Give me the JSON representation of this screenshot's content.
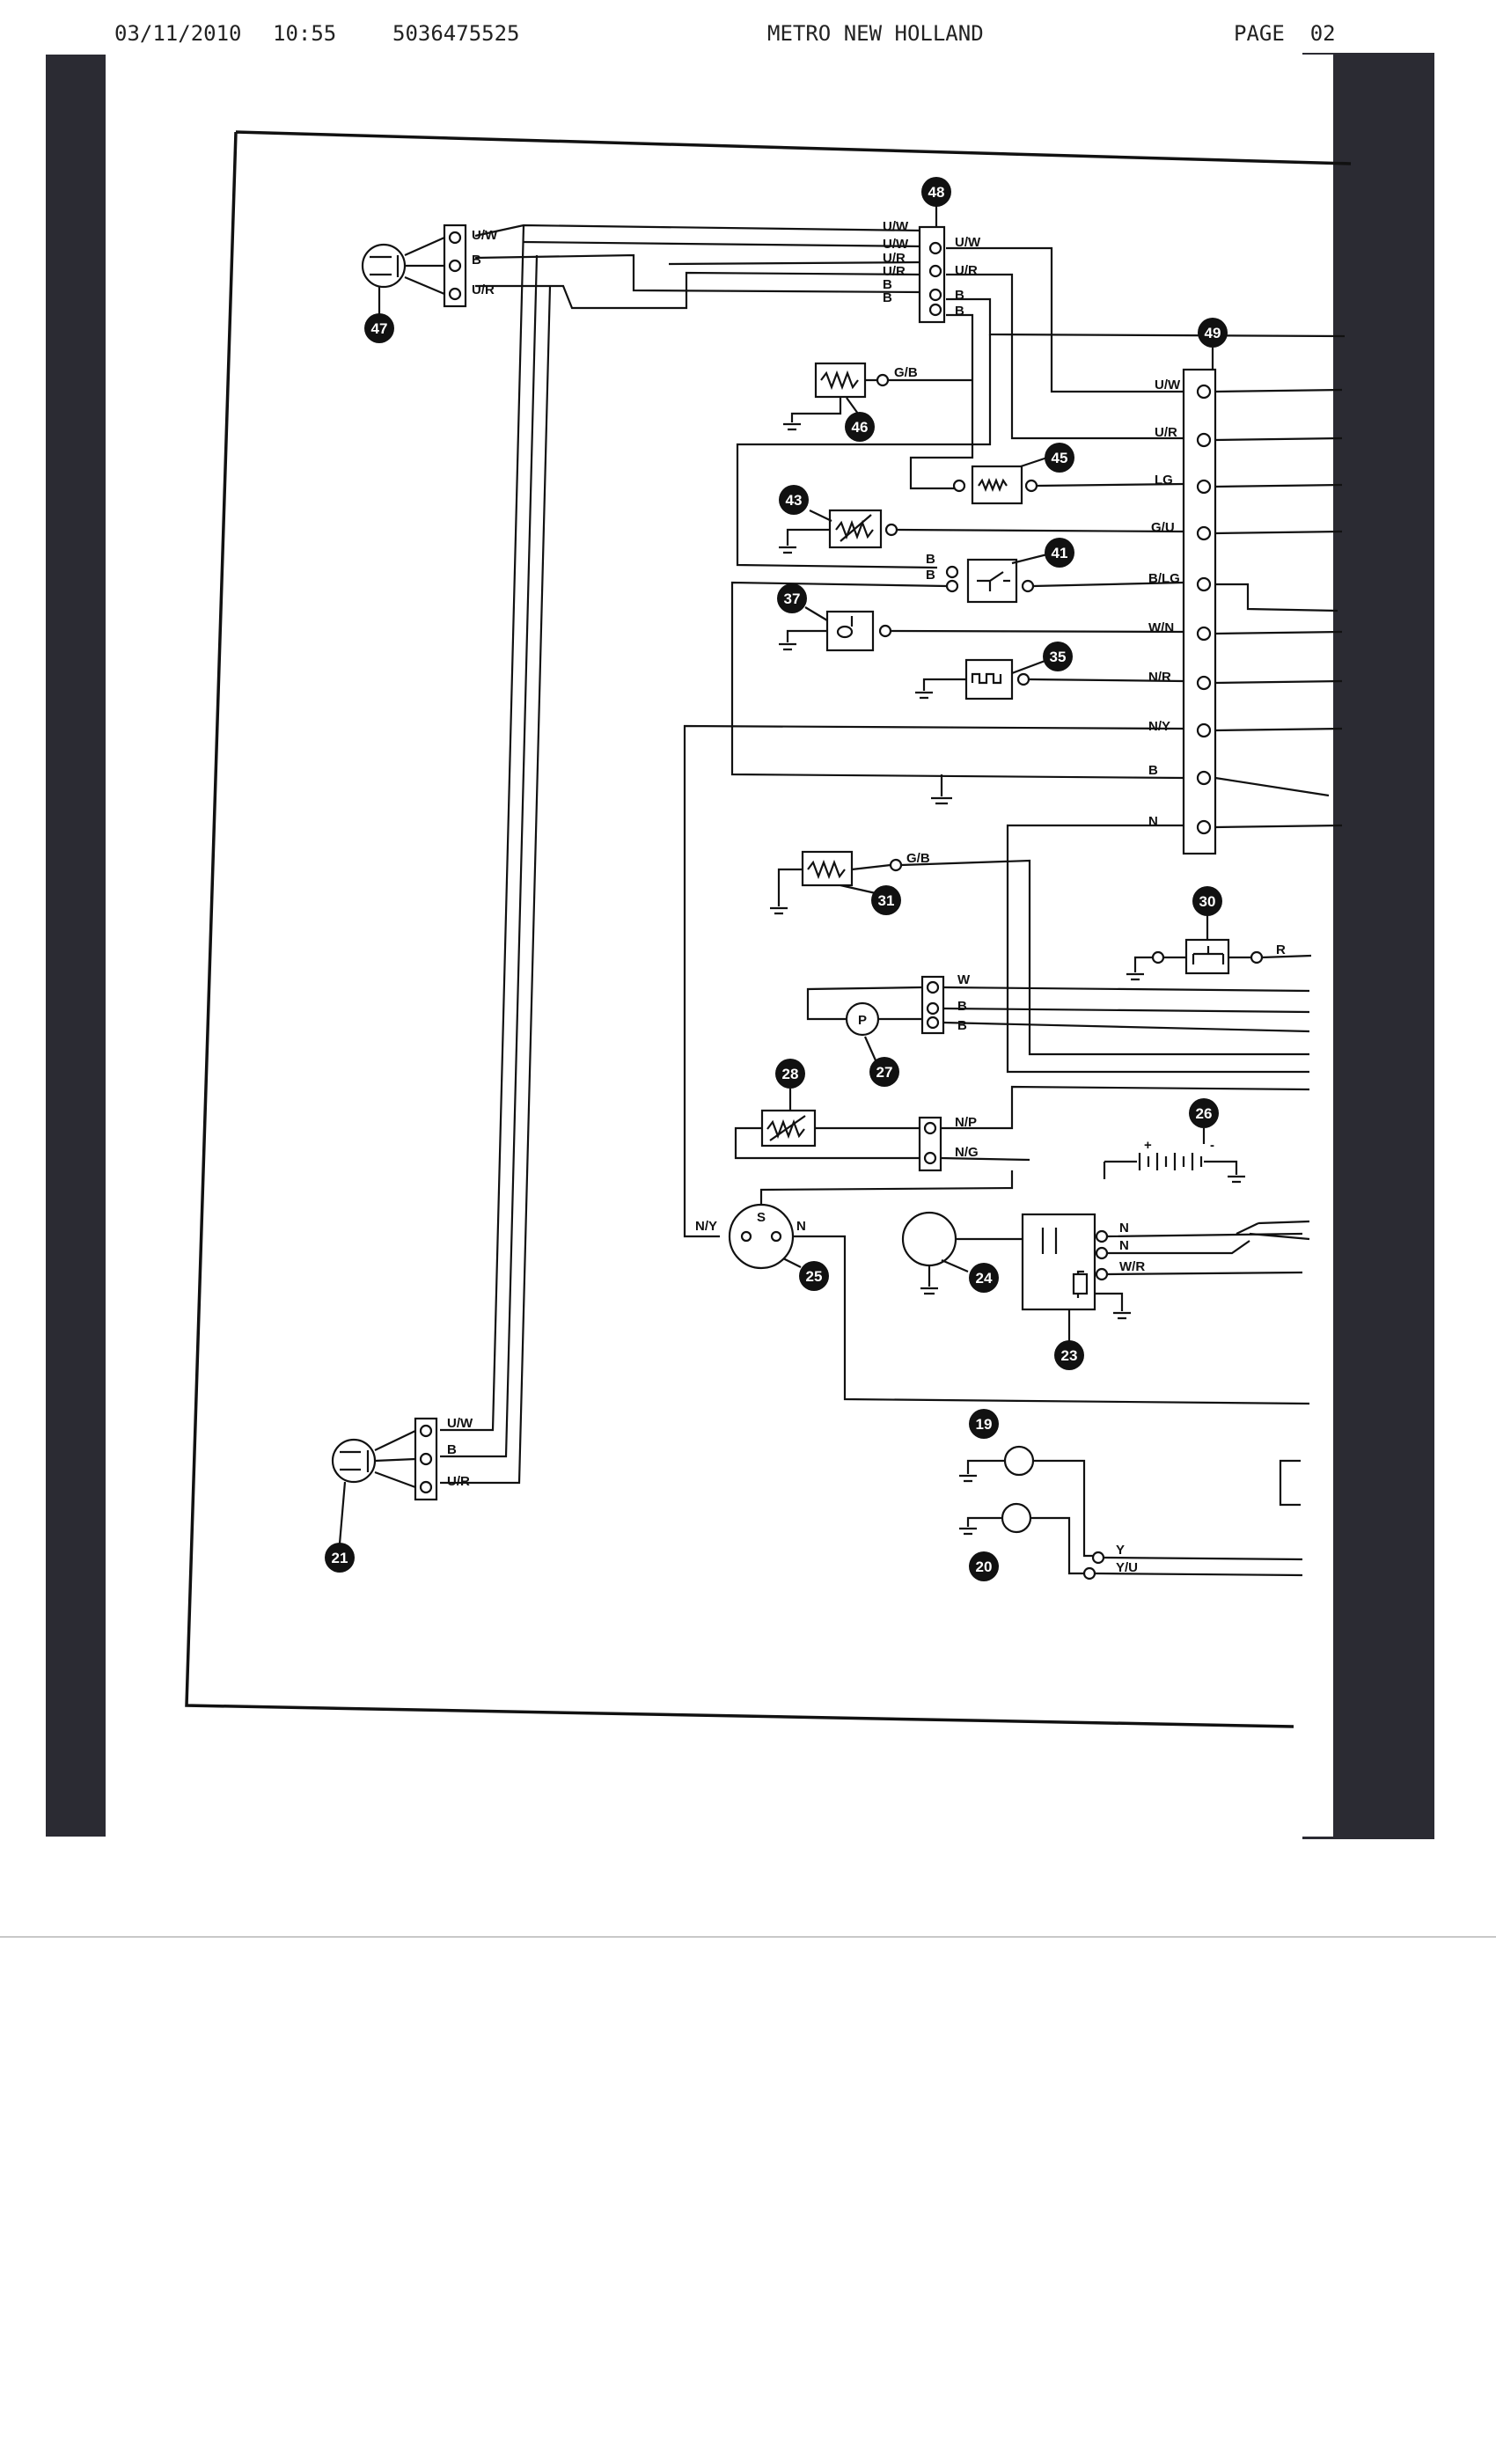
{
  "header": {
    "date": "03/11/2010",
    "time": "10:55",
    "phone": "5036475525",
    "company": "METRO NEW HOLLAND",
    "page": "PAGE  02"
  },
  "colors": {
    "ink": "#111111",
    "scan_shadow": "#2b2b33",
    "paper": "#ffffff"
  },
  "components": {
    "c47": "47",
    "c48": "48",
    "c49": "49",
    "c46": "46",
    "c45": "45",
    "c43": "43",
    "c41": "41",
    "c37": "37",
    "c35": "35",
    "c31": "31",
    "c30": "30",
    "c27": "27",
    "c28": "28",
    "c26": "26",
    "c25": "25",
    "c24": "24",
    "c23": "23",
    "c21": "21",
    "c19": "19",
    "c20": "20"
  },
  "wires": {
    "uw": "U/W",
    "b": "B",
    "ur": "U/R",
    "gb": "G/B",
    "lg": "LG",
    "gu": "G/U",
    "blg": "B/LG",
    "wn": "W/N",
    "nr": "N/R",
    "ny": "N/Y",
    "n": "N",
    "r": "R",
    "w": "W",
    "np": "N/P",
    "ng": "N/G",
    "wr": "W/R",
    "y": "Y",
    "yu": "Y/U"
  },
  "symbols": {
    "pump": "P",
    "start": "S"
  }
}
